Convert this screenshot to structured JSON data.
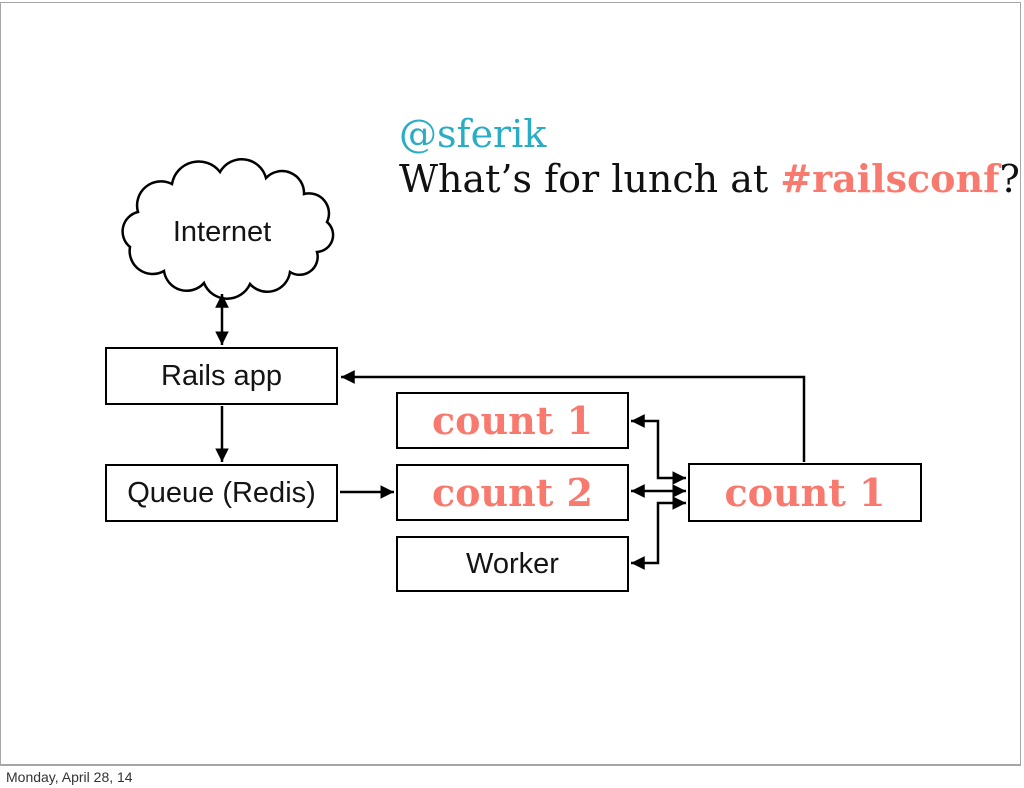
{
  "slide": {
    "handle": "@sferik",
    "question_prefix": "What’s for lunch at ",
    "question_hashtag": "#railsconf",
    "question_suffix": "?",
    "footer": "Monday, April 28, 14"
  },
  "diagram": {
    "nodes": {
      "internet": "Internet",
      "rails_app": "Rails app",
      "queue": "Queue (Redis)",
      "count_top": "count 1",
      "count_middle": "count 2",
      "worker": "Worker",
      "count_right": "count 1"
    }
  },
  "colors": {
    "accent_teal": "#29adc4",
    "accent_salmon": "#f8796e",
    "ink": "#111111",
    "frame_gray": "#a6a6a6",
    "footer_gray": "#333333"
  }
}
